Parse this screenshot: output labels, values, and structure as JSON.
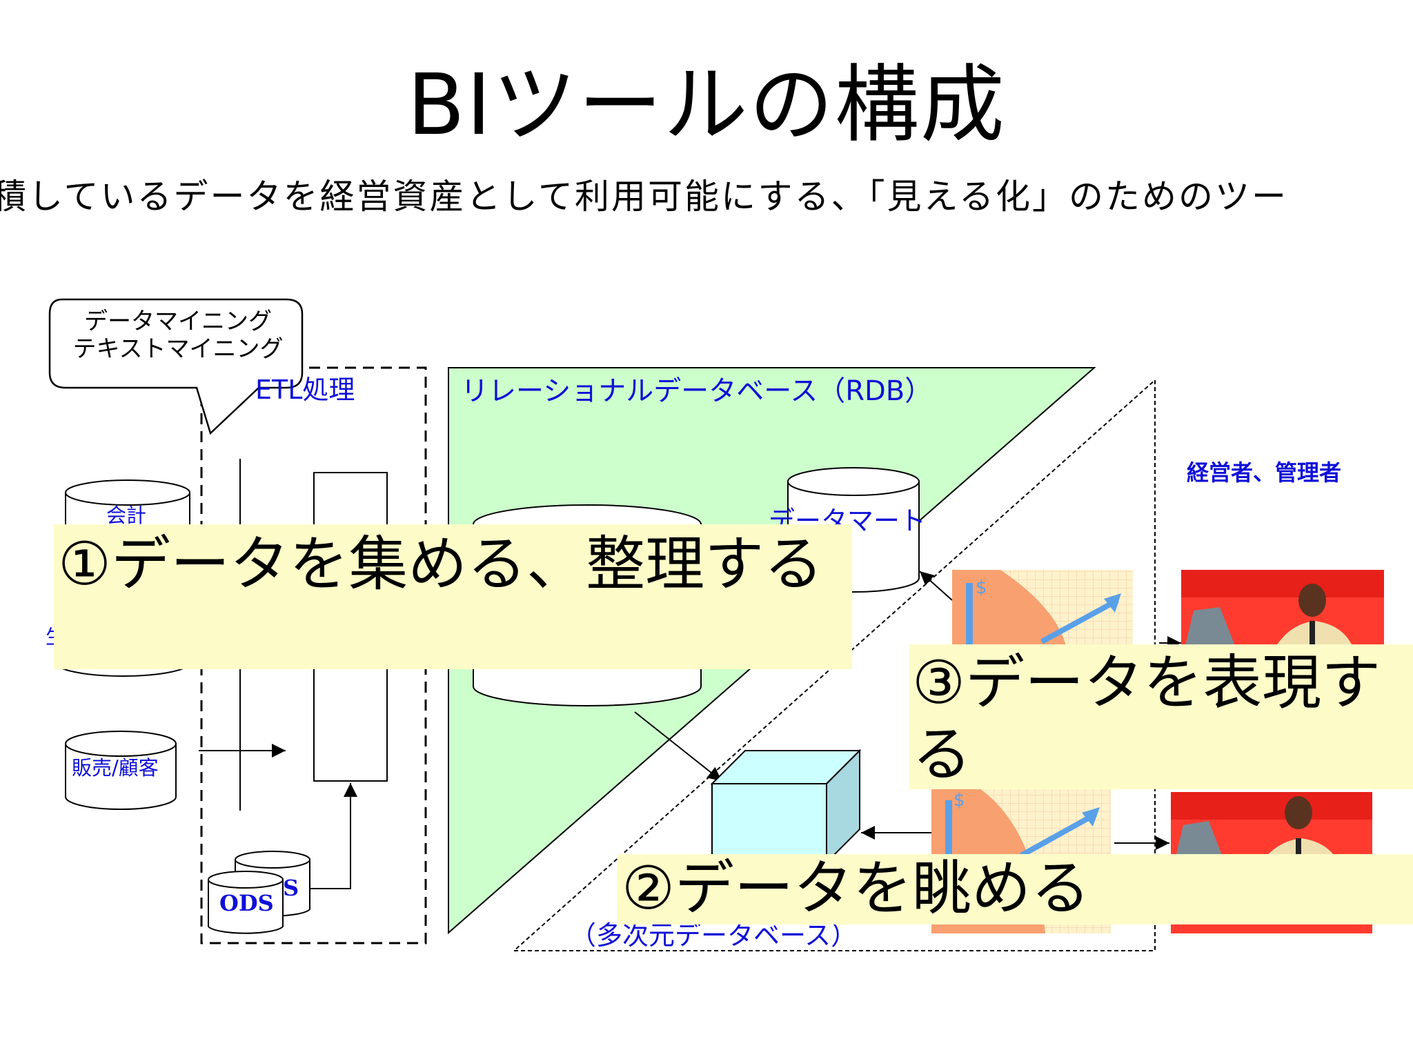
{
  "title": "BIツールの構成",
  "subtitle": "積しているデータを経営資産として利用可能にする、「見える化」のためのツー",
  "callout": {
    "line1": "データマイニング",
    "line2": "テキストマイニング"
  },
  "etl": {
    "label": "ETL処理"
  },
  "sources": {
    "accounting": "会計",
    "production": "生",
    "sales_customer": "販売/顧客"
  },
  "ods": {
    "front": "ODS",
    "back": "S"
  },
  "rdb": {
    "label": "リレーショナルデータベース（RDB）"
  },
  "datamart": {
    "label": "データマート"
  },
  "mddb": {
    "label": "（多次元データベース）"
  },
  "users": {
    "label": "経営者、管理者"
  },
  "overlays": {
    "step1": "①データを集める、整理する",
    "step3": "③データを表現する",
    "step2": "②データを眺める"
  },
  "icons": {
    "chart": "chart-icon",
    "person": "businessman-icon",
    "dollar": "$"
  },
  "colors": {
    "blue_text": "#1010d8",
    "rdb_fill": "#ccffcc",
    "cube_fill": "#ccffff",
    "overlay_bg": "#fdfcc8",
    "chart_bg": "#f8a070",
    "person_bg": "#ff3b2f"
  }
}
